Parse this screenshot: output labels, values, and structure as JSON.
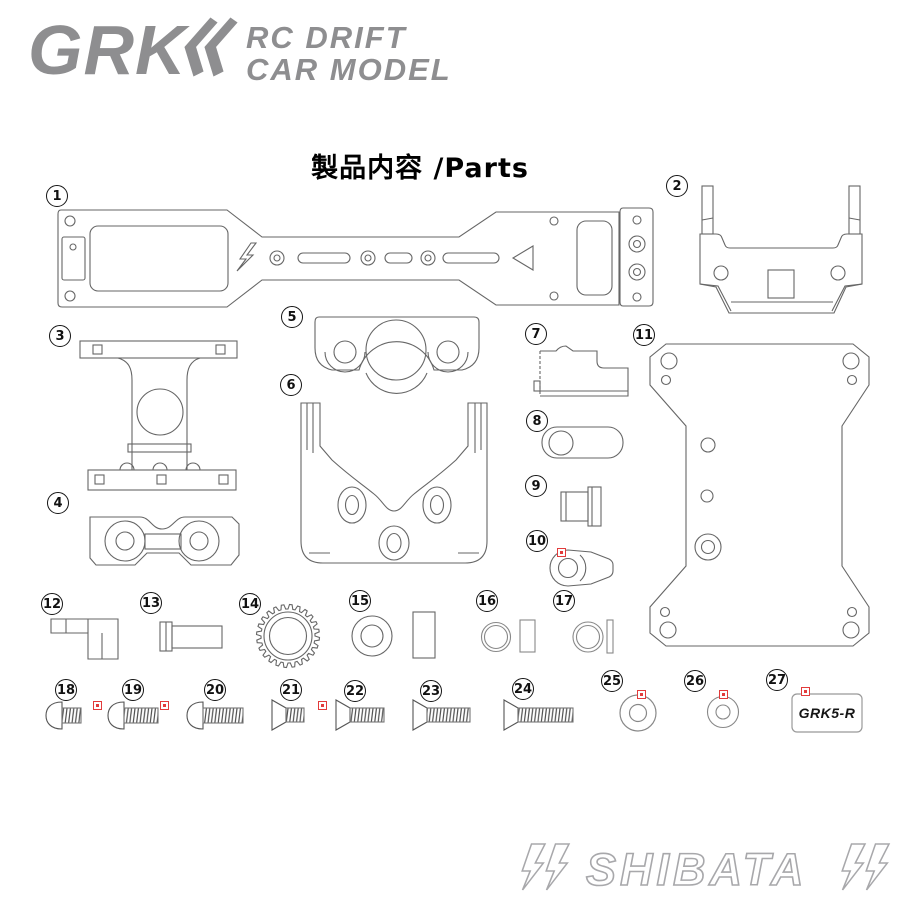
{
  "header": {
    "brand": "GRK",
    "brand_line1": "RC DRIFT",
    "brand_line2": "CAR MODEL",
    "title": "製品内容 /Parts"
  },
  "footer": {
    "brand": "SHIBATA"
  },
  "parts": {
    "numbers": [
      "1",
      "2",
      "3",
      "4",
      "5",
      "6",
      "7",
      "8",
      "9",
      "10",
      "11",
      "12",
      "13",
      "14",
      "15",
      "16",
      "17",
      "18",
      "19",
      "20",
      "21",
      "22",
      "23",
      "24",
      "25",
      "26",
      "27"
    ],
    "sticker_label": "GRK5-R"
  },
  "colors": {
    "logo_gray": "#8e8e90",
    "outline_gray": "#a8a8ab",
    "line_gray": "#666666",
    "marker_red": "#e23b3b"
  }
}
